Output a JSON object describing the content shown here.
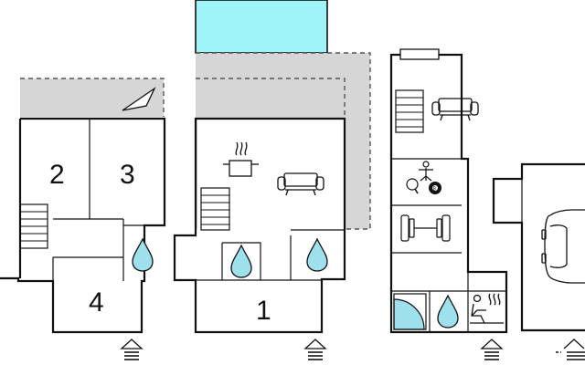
{
  "rooms": {
    "bedroom_2": "2",
    "bedroom_3": "3",
    "bedroom_4": "4",
    "room_1": "1"
  },
  "colors": {
    "pool": "#9ef4f8",
    "water": "#9ee0ec",
    "terrace": "#d6d6d6",
    "wall": "#111111"
  },
  "icons": [
    "stairs-icon",
    "bathroom-icon",
    "entrance-icon",
    "cooking-icon",
    "sofa-icon",
    "table-tennis-icon",
    "billiards-icon",
    "fitness-icon",
    "shower-icon",
    "sauna-icon",
    "car-icon",
    "sun-lounger-icon"
  ]
}
